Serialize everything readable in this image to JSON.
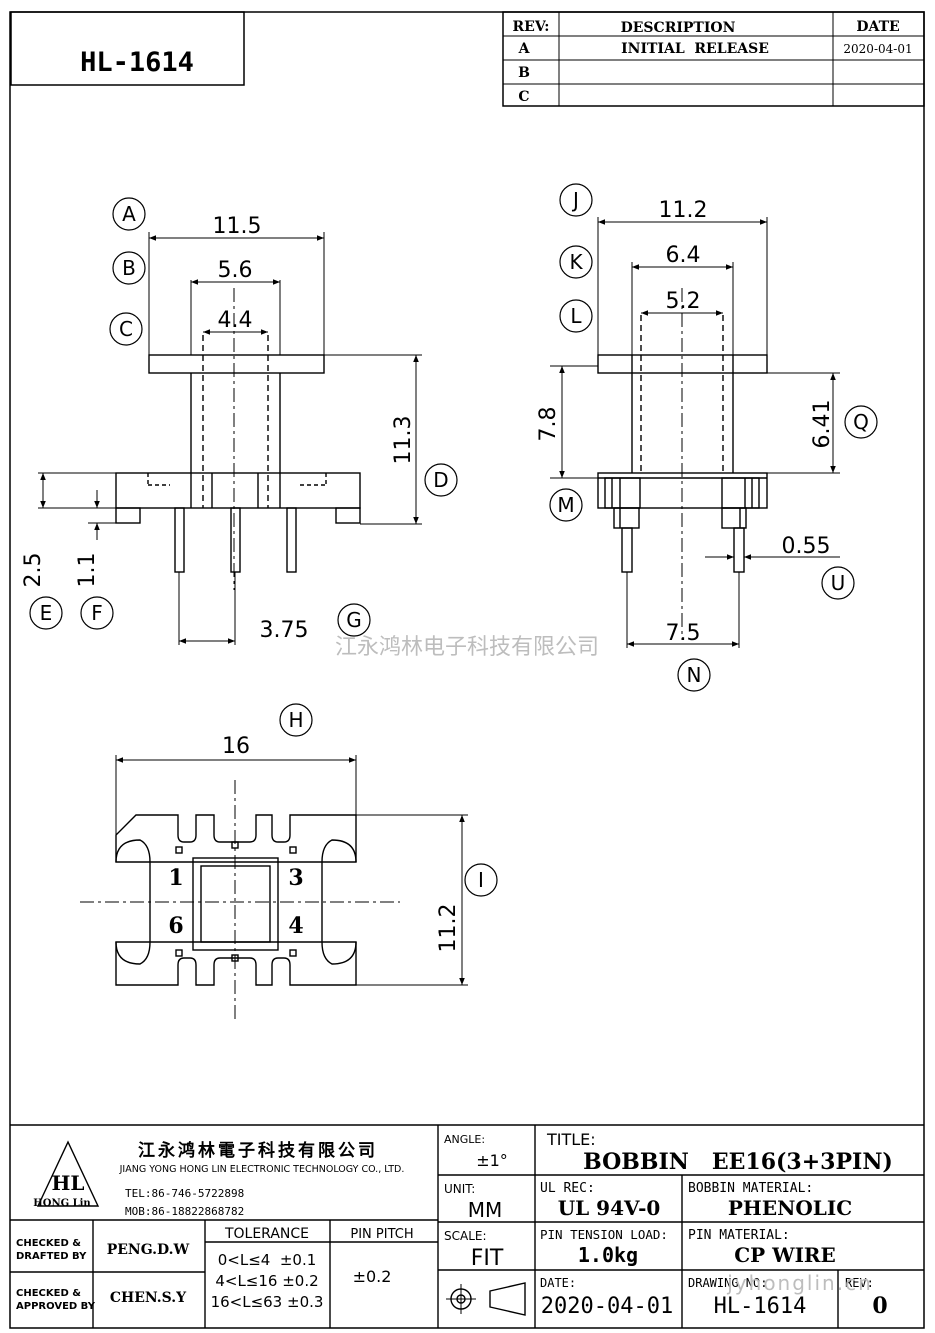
{
  "part_number": "HL-1614",
  "revision_table": {
    "headers": {
      "rev": "REV:",
      "description": "DESCRIPTION",
      "date": "DATE"
    },
    "rows": [
      {
        "rev": "A",
        "description": "INITIAL  RELEASE",
        "date": "2020-04-01"
      },
      {
        "rev": "B",
        "description": "",
        "date": ""
      },
      {
        "rev": "C",
        "description": "",
        "date": ""
      }
    ]
  },
  "callouts": [
    "A",
    "B",
    "C",
    "D",
    "E",
    "F",
    "G",
    "H",
    "I",
    "J",
    "K",
    "L",
    "M",
    "N",
    "Q",
    "U"
  ],
  "front_view": {
    "dim_top": "11.5",
    "dim_mid": "5.6",
    "dim_inner": "4.4",
    "dim_height": "11.3",
    "dim_base": "2.5",
    "dim_flange": "1.1",
    "dim_pitch": "3.75"
  },
  "side_view": {
    "dim_top": "11.2",
    "dim_mid": "6.4",
    "dim_inner": "5.2",
    "dim_left_height": "7.8",
    "dim_right_height": "6.41",
    "dim_pin_width": "0.55",
    "dim_pin_span": "7.5"
  },
  "bottom_view": {
    "dim_width": "16",
    "dim_height": "11.2",
    "pins": [
      "1",
      "3",
      "6",
      "4"
    ]
  },
  "watermark": "江永鸿林电子科技有限公司",
  "title_block": {
    "company_cn": "江永鸿林電子科技有限公司",
    "company_en": "JIANG YONG HONG LIN ELECTRONIC TECHNOLOGY CO., LTD.",
    "logo_text": "HL",
    "logo_sub": "HONG Lin",
    "tel": "TEL:86-746-5722898",
    "mob": "MOB:86-18822868782",
    "angle_label": "ANGLE:",
    "angle_value": "±1°",
    "title_label": "TITLE:",
    "title_value": "BOBBIN   EE16(3+3PIN)",
    "unit_label": "UNIT:",
    "unit_value": "MM",
    "ul_label": "UL REC:",
    "ul_value": "UL 94V-0",
    "bobbin_material_label": "BOBBIN MATERIAL:",
    "bobbin_material_value": "PHENOLIC",
    "scale_label": "SCALE:",
    "scale_value": "FIT",
    "pin_tension_label": "PIN TENSION LOAD:",
    "pin_tension_value": "1.0kg",
    "pin_material_label": "PIN MATERIAL:",
    "pin_material_value": "CP WIRE",
    "checked_drafted_label_1": "CHECKED &",
    "checked_drafted_label_2": "DRAFTED BY",
    "checked_drafted_value": "PENG.D.W",
    "checked_approved_label_1": "CHECKED &",
    "checked_approved_label_2": "APPROVED BY",
    "checked_approved_value": "CHEN.S.Y",
    "tolerance_label": "TOLERANCE",
    "tolerance_rows": [
      "0<L≤4  ±0.1",
      "4<L≤16 ±0.2",
      "16<L≤63 ±0.3"
    ],
    "pin_pitch_label": "PIN PITCH",
    "pin_pitch_value": "±0.2",
    "date_label": "DATE:",
    "date_value": "2020-04-01",
    "drawing_no_label": "DRAWING NO:",
    "drawing_no_value": "HL-1614",
    "rev_label": "REV:",
    "rev_value": "0",
    "watermark_url": "jyhonglin.cn"
  }
}
